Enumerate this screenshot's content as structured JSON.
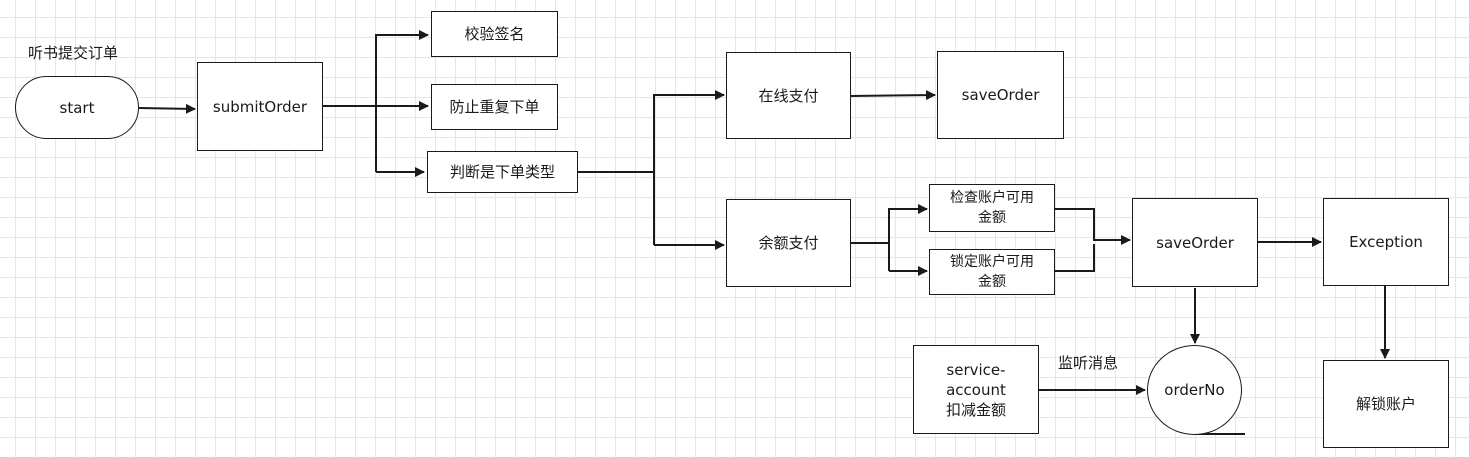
{
  "labels": {
    "top_left": "听书提交订单",
    "listen": "监听消息"
  },
  "nodes": {
    "start": "start",
    "submitOrder": "submitOrder",
    "verify_sign": "校验签名",
    "prevent_dup": "防止重复下单",
    "judge_type": "判断是下单类型",
    "online_pay": "在线支付",
    "save_order_1": "saveOrder",
    "balance_pay": "余额支付",
    "check_account_l1": "检查账户可用",
    "check_account_l2": "金额",
    "lock_account_l1": "锁定账户可用",
    "lock_account_l2": "金额",
    "save_order_2": "saveOrder",
    "exception": "Exception",
    "unlock_account": "解锁账户",
    "service_account_l1": "service-",
    "service_account_l2": "account",
    "service_account_l3": "扣减金额",
    "order_no": "orderNo"
  },
  "colors": {
    "stroke": "#1a1a1a",
    "grid": "#e6e6e6",
    "background": "#ffffff"
  }
}
